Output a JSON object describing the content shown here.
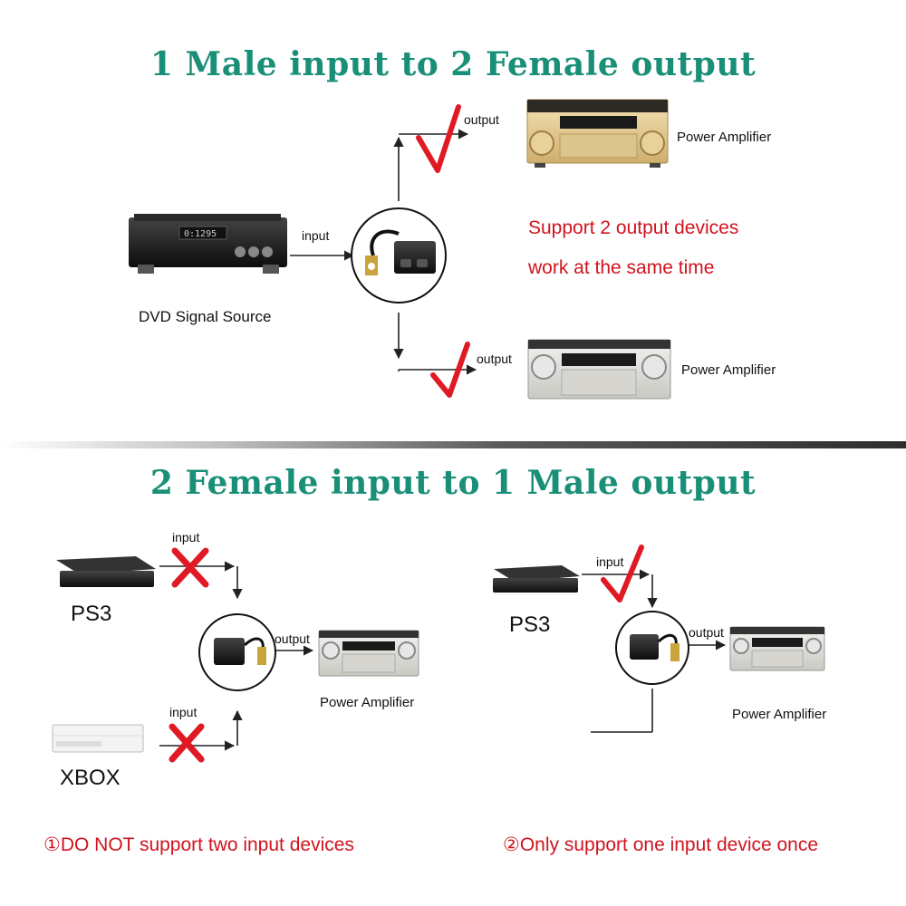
{
  "top": {
    "title": "1 Male input to 2 Female output",
    "source_label": "DVD Signal Source",
    "input_label": "input",
    "output_label_1": "output",
    "output_label_2": "output",
    "amp_label_1": "Power Amplifier",
    "amp_label_2": "Power Amplifier",
    "note_line_1": "Support 2 output devices",
    "note_line_2": "work at the same time"
  },
  "bottom": {
    "title": "2 Female input to 1 Male output",
    "left": {
      "device_1": "PS3",
      "device_2": "XBOX",
      "input_label_1": "input",
      "input_label_2": "input",
      "output_label": "output",
      "amp_label": "Power Amplifier",
      "caption": "①DO NOT support two input devices"
    },
    "right": {
      "device_1": "PS3",
      "input_label": "input",
      "output_label": "output",
      "amp_label": "Power Amplifier",
      "caption": "②Only support one input device once"
    }
  },
  "colors": {
    "title": "#1a8f77",
    "note": "#d0141e",
    "check": "#e01a24",
    "cross": "#e01a24",
    "line": "#222222"
  }
}
